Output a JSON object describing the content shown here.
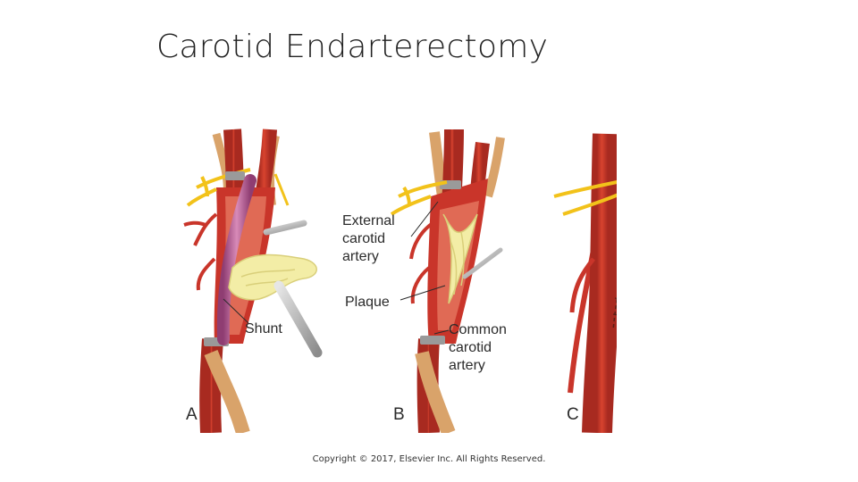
{
  "slide": {
    "title": "Carotid Endarterectomy",
    "copyright": "Copyright © 2017, Elsevier Inc. All Rights Reserved."
  },
  "figure": {
    "labels": {
      "external_carotid_line1": "External",
      "external_carotid_line2": "carotid",
      "external_carotid_line3": "artery",
      "plaque": "Plaque",
      "shunt": "Shunt",
      "common_carotid_line1": "Common",
      "common_carotid_line2": "carotid",
      "common_carotid_line3": "artery"
    },
    "panels": {
      "a": "A",
      "b": "B",
      "c": "C"
    },
    "colors": {
      "artery": "#c9352a",
      "artery_dark": "#9e2a20",
      "nerve": "#f2c21a",
      "plaque": "#f3eda6",
      "shunt": "#b4568c",
      "clamp": "#a8a8a8",
      "tissue": "#d9a36a"
    }
  }
}
